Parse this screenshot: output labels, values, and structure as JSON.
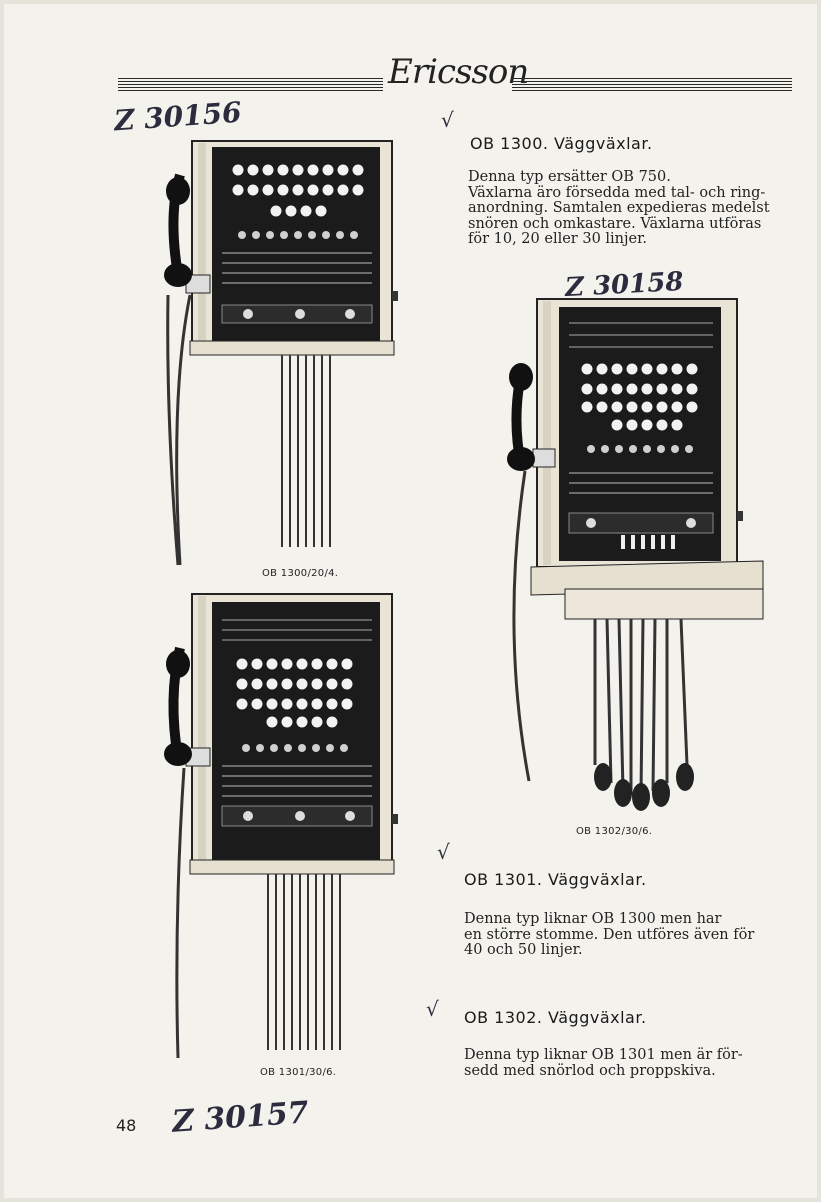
{
  "header": {
    "logo_text": "Ericsson"
  },
  "handwritten": {
    "note_1": "Z 30156",
    "note_2": "Z 30158",
    "note_3": "Z 30157",
    "checkmark": "√"
  },
  "page_number": "48",
  "sections": [
    {
      "heading": "OB 1300.  Väggväxlar.",
      "lines": [
        "Denna typ ersätter OB 750.",
        "Växlarna äro försedda med tal- och ring-",
        "anordning. Samtalen expedieras medelst",
        "snören och omkastare. Växlarna utföras",
        "för 10, 20 eller 30 linjer."
      ]
    },
    {
      "heading": "OB 1301.  Väggväxlar.",
      "lines": [
        "Denna typ liknar OB 1300 men har",
        "en större stomme. Den utföres även för",
        "40 och 50 linjer."
      ]
    },
    {
      "heading": "OB 1302.  Väggväxlar.",
      "lines": [
        "Denna typ liknar OB 1301 men är för-",
        "sedd med snörlod och proppskiva."
      ]
    }
  ],
  "captions": {
    "fig_1": "OB 1300/20/4.",
    "fig_2": "OB 1301/30/6.",
    "fig_3": "OB 1302/30/6."
  }
}
